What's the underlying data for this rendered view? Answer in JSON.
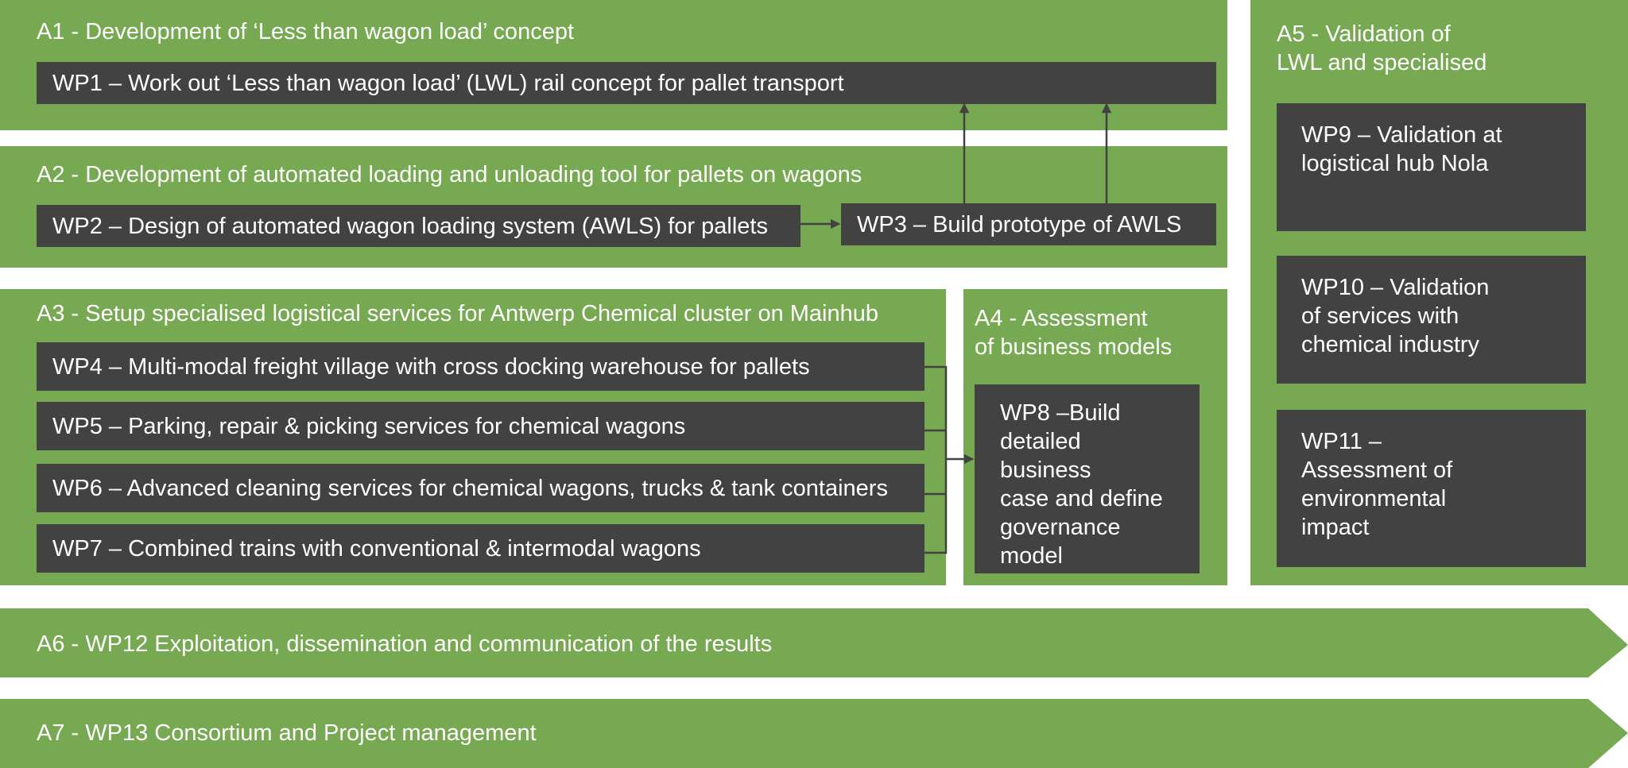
{
  "colors": {
    "green": "#77a852",
    "dark": "#424242",
    "text": "#ffffff",
    "connector": "#424242",
    "background": "#ffffff"
  },
  "a1": {
    "title": "A1 - Development of ‘Less than wagon load’ concept",
    "wp1": "WP1 – Work out ‘Less than wagon load’ (LWL) rail concept for pallet transport"
  },
  "a2": {
    "title": "A2 - Development of automated loading and unloading tool for pallets on wagons",
    "wp2": "WP2 – Design of automated wagon loading system (AWLS) for pallets",
    "wp3": "WP3 – Build prototype of AWLS"
  },
  "a3": {
    "title": "A3 - Setup specialised logistical services for Antwerp Chemical cluster on Mainhub",
    "wp4": "WP4 – Multi-modal freight village with cross docking warehouse for pallets",
    "wp5": "WP5 – Parking, repair & picking services for chemical wagons",
    "wp6": "WP6 – Advanced cleaning services for chemical wagons, trucks & tank containers",
    "wp7": "WP7 – Combined trains with conventional & intermodal wagons"
  },
  "a4": {
    "title": "A4 - Assessment\nof business models",
    "wp8": "WP8 –Build\ndetailed\nbusiness\ncase and define\ngovernance\nmodel"
  },
  "a5": {
    "title": "A5 - Validation of\nLWL and specialised",
    "wp9": "WP9 – Validation at\nlogistical hub Nola",
    "wp10": "WP10 – Validation\nof services with\nchemical industry",
    "wp11": "WP11 –\nAssessment of\nenvironmental\nimpact"
  },
  "a6": {
    "title": "A6 - WP12 Exploitation, dissemination and communication of the results"
  },
  "a7": {
    "title": "A7 - WP13 Consortium and Project management"
  }
}
